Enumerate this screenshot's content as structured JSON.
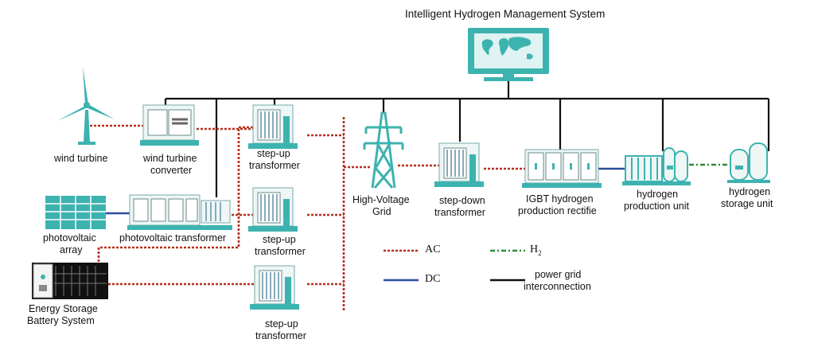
{
  "title": "Intelligent Hydrogen Management System",
  "components": {
    "wind_turbine": "wind turbine",
    "wind_converter_1": "wind turbine",
    "wind_converter_2": "converter",
    "pv_array_1": "photovoltaic",
    "pv_array_2": "array",
    "pv_transformer": "photovoltaic transformer",
    "battery_1": "Energy Storage",
    "battery_2": "Battery System",
    "stepup_1a": "step-up",
    "stepup_1b": "transformer",
    "stepup_2a": "step-up",
    "stepup_2b": "transformer",
    "stepup_3a": "step-up",
    "stepup_3b": "transformer",
    "hv_grid_1": "High-Voltage",
    "hv_grid_2": "Grid",
    "stepdown_1": "step-down",
    "stepdown_2": "transformer",
    "igbt_1": "IGBT hydrogen",
    "igbt_2": "production rectifie",
    "h2_prod_1": "hydrogen",
    "h2_prod_2": "production unit",
    "h2_store_1": "hydrogen",
    "h2_store_2": "storage unit"
  },
  "legend": {
    "ac": "AC",
    "h2": "H",
    "h2_sub": "2",
    "dc": "DC",
    "grid_1": "power grid",
    "grid_2": "interconnection"
  },
  "colors": {
    "ac": "#b5301e",
    "dc": "#2a4d9c",
    "h2": "#2c8c3a",
    "grid": "#111111",
    "equipment": "#3db3b0"
  },
  "icons": [
    "monitor-icon",
    "wind-turbine-icon",
    "converter-icon",
    "solar-panel-icon",
    "battery-icon",
    "transformer-icon",
    "pylon-icon",
    "rectifier-icon",
    "hydrogen-production-icon",
    "hydrogen-tank-icon"
  ]
}
